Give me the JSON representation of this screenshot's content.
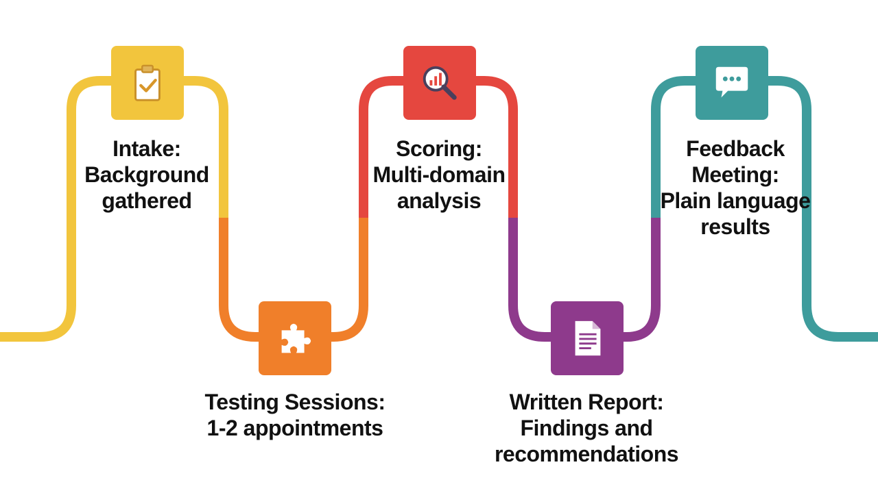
{
  "colors": {
    "yellow": "#f2c53d",
    "orange": "#f07f2a",
    "red": "#e5473f",
    "purple": "#8e3a8c",
    "teal": "#3e9c9c"
  },
  "steps": [
    {
      "icon": "clipboard-check-icon",
      "lines": [
        "Intake:",
        "Background",
        "gathered"
      ]
    },
    {
      "icon": "puzzle-piece-icon",
      "lines": [
        "Testing Sessions:",
        "1-2 appointments"
      ]
    },
    {
      "icon": "magnifier-chart-icon",
      "lines": [
        "Scoring:",
        "Multi-domain",
        "analysis"
      ]
    },
    {
      "icon": "document-icon",
      "lines": [
        "Written Report:",
        "Findings and",
        "recommendations"
      ]
    },
    {
      "icon": "speech-bubble-icon",
      "lines": [
        "Feedback",
        "Meeting:",
        "Plain language",
        "results"
      ]
    }
  ]
}
